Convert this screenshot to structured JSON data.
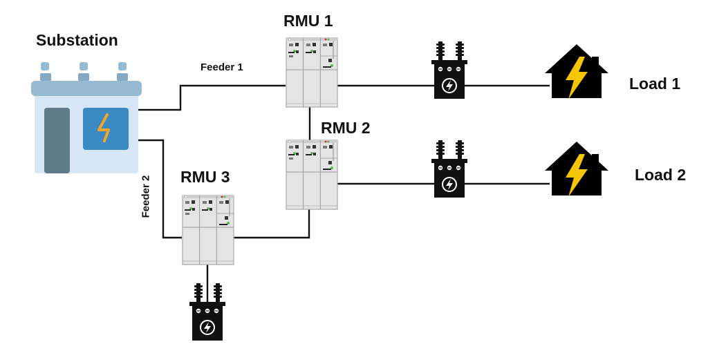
{
  "title": "Ring Main Unit distribution network",
  "labels": {
    "substation": "Substation",
    "rmu1": "RMU 1",
    "rmu2": "RMU 2",
    "rmu3": "RMU 3",
    "feeder1": "Feeder 1",
    "feeder2": "Feeder 2",
    "load1": "Load 1",
    "load2": "Load 2"
  },
  "nodes": [
    {
      "id": "substation",
      "type": "substation"
    },
    {
      "id": "rmu1",
      "type": "rmu"
    },
    {
      "id": "rmu2",
      "type": "rmu"
    },
    {
      "id": "rmu3",
      "type": "rmu"
    },
    {
      "id": "tx1",
      "type": "transformer"
    },
    {
      "id": "tx2",
      "type": "transformer"
    },
    {
      "id": "tx3",
      "type": "transformer"
    },
    {
      "id": "load1",
      "type": "load"
    },
    {
      "id": "load2",
      "type": "load"
    }
  ],
  "edges": [
    {
      "from": "substation",
      "to": "rmu1",
      "label": "Feeder 1"
    },
    {
      "from": "substation",
      "to": "rmu3",
      "label": "Feeder 2"
    },
    {
      "from": "rmu1",
      "to": "rmu2"
    },
    {
      "from": "rmu3",
      "to": "rmu2"
    },
    {
      "from": "rmu1",
      "to": "tx1"
    },
    {
      "from": "tx1",
      "to": "load1"
    },
    {
      "from": "rmu2",
      "to": "tx2"
    },
    {
      "from": "tx2",
      "to": "load2"
    },
    {
      "from": "rmu3",
      "to": "tx3"
    }
  ],
  "colors": {
    "substation_body": "#d6e6f5",
    "substation_top": "#96bad2",
    "substation_door": "#5f7a88",
    "substation_panel": "#3b8ac4",
    "bolt_orange": "#f4a62a",
    "bolt_yellow": "#f7c600",
    "line": "#111111",
    "rmu_fill": "#e3e3e3"
  }
}
